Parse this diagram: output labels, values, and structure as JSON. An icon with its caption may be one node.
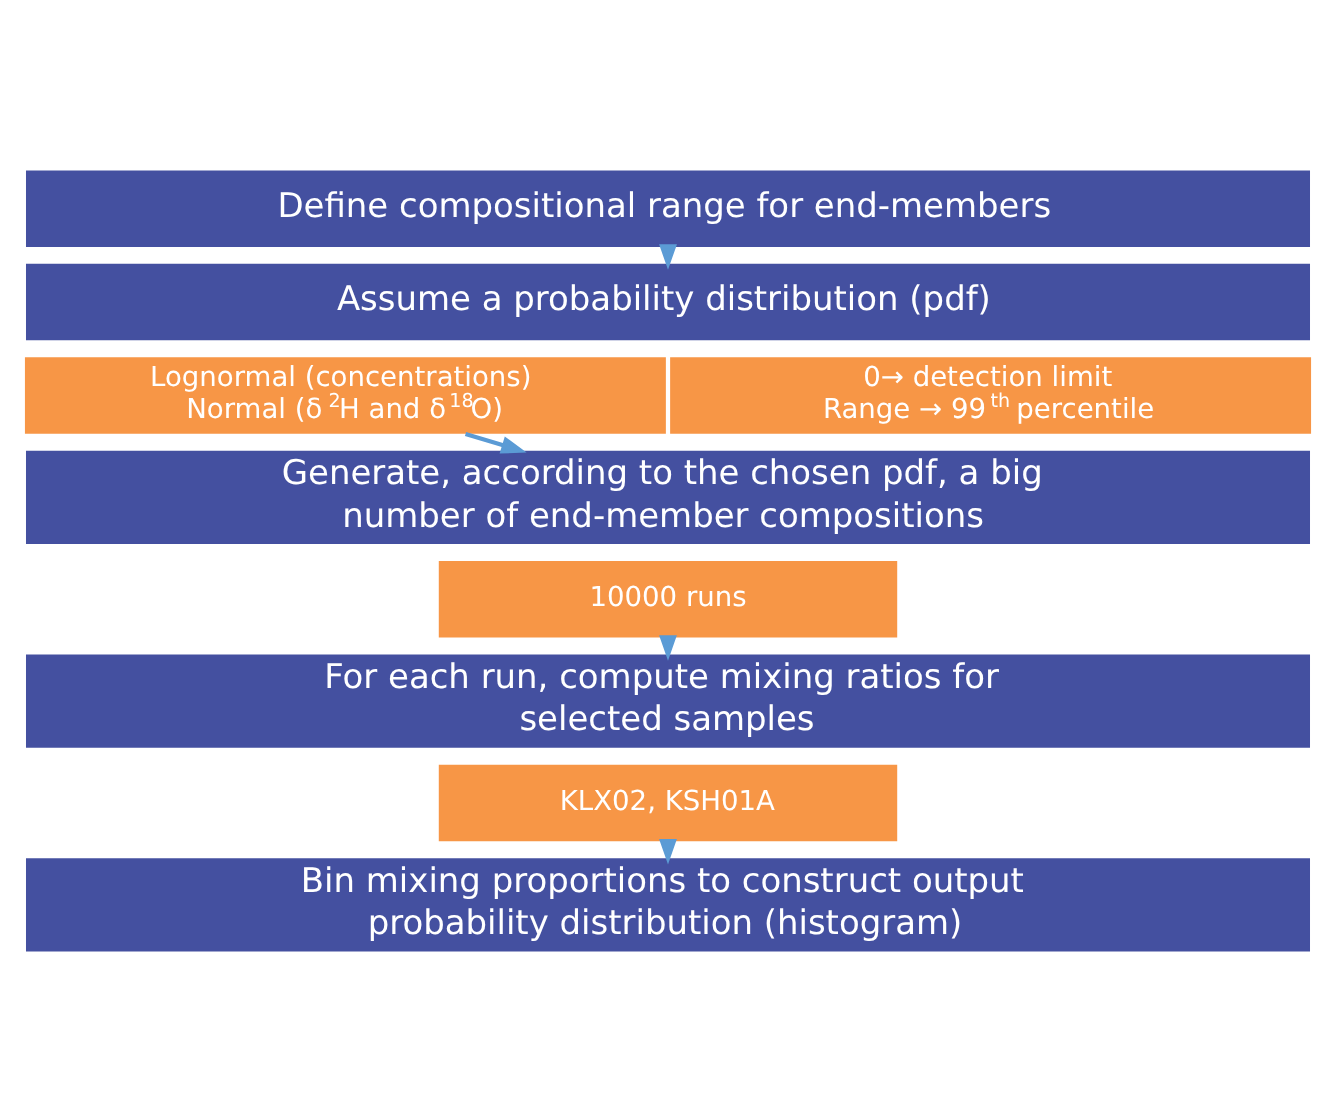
{
  "diagram": {
    "nodes": [
      {
        "text": [
          "Define compositional range for end-members"
        ]
      },
      {
        "text": [
          "Assume a probability distribution (pdf)"
        ]
      },
      {
        "text": [
          "Lognormal (concentrations)",
          "Normal (δ$^{2}$H and δ$^{18}$O)"
        ]
      },
      {
        "text": [
          "0→ detection limit",
          "Range → 99$^{th}$ percentile"
        ]
      },
      {
        "text": [
          "Generate, according to the chosen pdf, a big number of end-member compositions"
        ]
      },
      {
        "text": [
          "10000 runs"
        ]
      },
      {
        "text": [
          "For each run, compute mixing ratios for selected samples"
        ]
      },
      {
        "text": [
          "KLX02, KSH01A"
        ]
      },
      {
        "text": [
          "Bin mixing proportions to construct output probability distribution (histogram)"
        ]
      }
    ],
    "edges": [
      {
        "from": 0,
        "to": 1,
        "arrow": "to"
      },
      {
        "from": 2,
        "to": 4,
        "arrow": "to"
      },
      {
        "from": 5,
        "to": 6,
        "arrow": "to"
      },
      {
        "from": 7,
        "to": 8,
        "arrow": "to"
      }
    ]
  }
}
